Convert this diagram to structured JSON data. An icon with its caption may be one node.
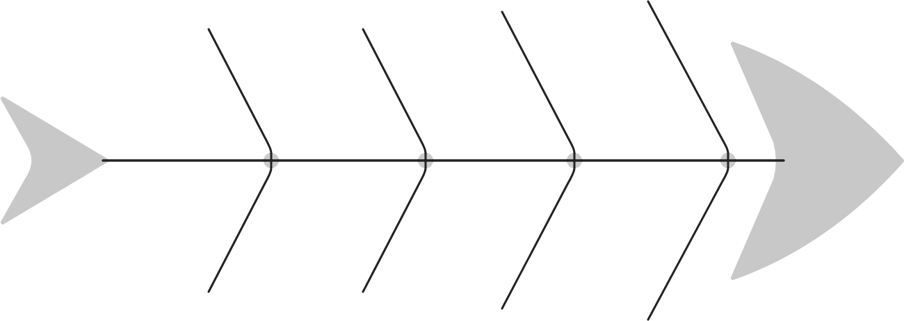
{
  "diagram": {
    "nodes": [
      {
        "text": [],
        "shape": "tail"
      },
      {
        "text": [],
        "shape": "circle"
      },
      {
        "text": [],
        "shape": "circle"
      },
      {
        "text": [],
        "shape": "circle"
      },
      {
        "text": [],
        "shape": "circle"
      },
      {
        "text": [],
        "shape": "head"
      }
    ],
    "edges": [
      {
        "from": 0,
        "to": 1,
        "arrow": "none"
      },
      {
        "from": 1,
        "to": 2,
        "arrow": "none"
      },
      {
        "from": 2,
        "to": 3,
        "arrow": "none"
      },
      {
        "from": 3,
        "to": 4,
        "arrow": "none"
      },
      {
        "from": 4,
        "to": 5,
        "arrow": "none"
      },
      {
        "from": null,
        "to": 1,
        "arrow": "none"
      },
      {
        "from": null,
        "to": 1,
        "arrow": "none"
      },
      {
        "from": null,
        "to": 2,
        "arrow": "none"
      },
      {
        "from": null,
        "to": 2,
        "arrow": "none"
      },
      {
        "from": null,
        "to": 3,
        "arrow": "none"
      },
      {
        "from": null,
        "to": 3,
        "arrow": "none"
      },
      {
        "from": null,
        "to": 4,
        "arrow": "none"
      },
      {
        "from": null,
        "to": 4,
        "arrow": "none"
      }
    ]
  }
}
